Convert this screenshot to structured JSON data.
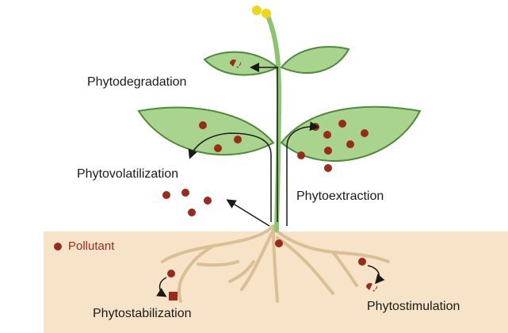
{
  "labels": {
    "phytodegradation": "Phytodegradation",
    "phytovolatilization": "Phytovolatilization",
    "phytoextraction": "Phytoextraction",
    "pollutant": "Pollutant",
    "phytostabilization": "Phytostabilization",
    "phytostimulation": "Phytostimulation"
  },
  "colors": {
    "soil": "#f6e3c8",
    "leaf_fill": "#a8d48d",
    "leaf_stroke": "#4f8a3c",
    "stem": "#8cc56f",
    "pollutant": "#9a2a1c",
    "root": "#d9bf93",
    "flower": "#f2d516",
    "arrow": "#1a1a1a"
  }
}
